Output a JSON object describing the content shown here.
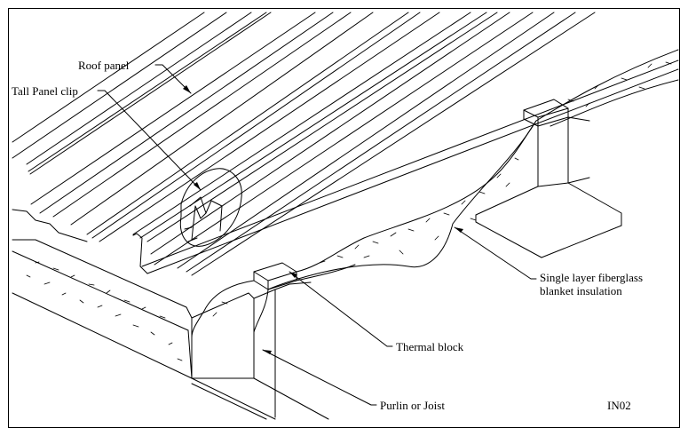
{
  "labels": {
    "roof_panel": "Roof panel",
    "tall_panel_clip": "Tall Panel clip",
    "insulation_line1": "Single layer fiberglass",
    "insulation_line2": "blanket insulation",
    "thermal_block": "Thermal block",
    "purlin": "Purlin or Joist",
    "drawing_code": "IN02"
  },
  "colors": {
    "line": "#000000",
    "background": "#ffffff"
  }
}
